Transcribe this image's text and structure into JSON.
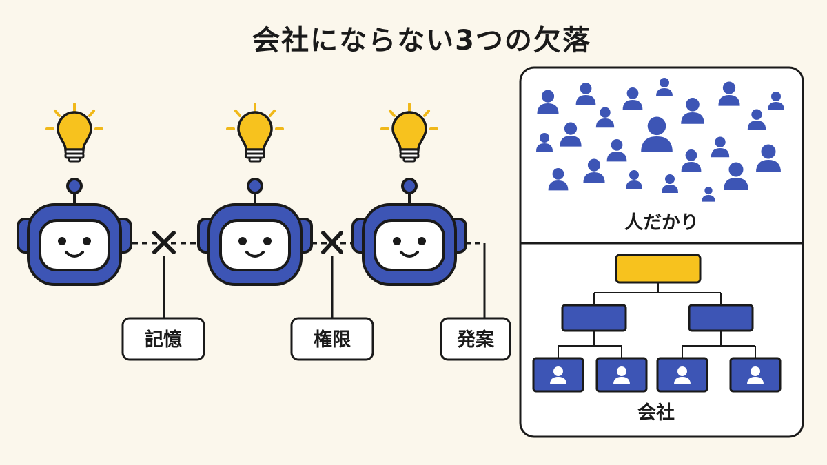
{
  "title": "会社にならない3つの欠落",
  "labels": [
    "記憶",
    "権限",
    "発案"
  ],
  "panels": {
    "crowd_label": "人だかり",
    "company_label": "会社"
  },
  "broken_link_marks": [
    "×",
    "×"
  ],
  "colors": {
    "background": "#fbf7ec",
    "robot_blue": "#3d55b5",
    "bulb_yellow": "#f7c21e",
    "manager_box": "#f7c21e",
    "outline": "#1a1a1a"
  },
  "icons": [
    "lightbulb-icon",
    "robot-icon",
    "cross-icon",
    "person-icon"
  ]
}
